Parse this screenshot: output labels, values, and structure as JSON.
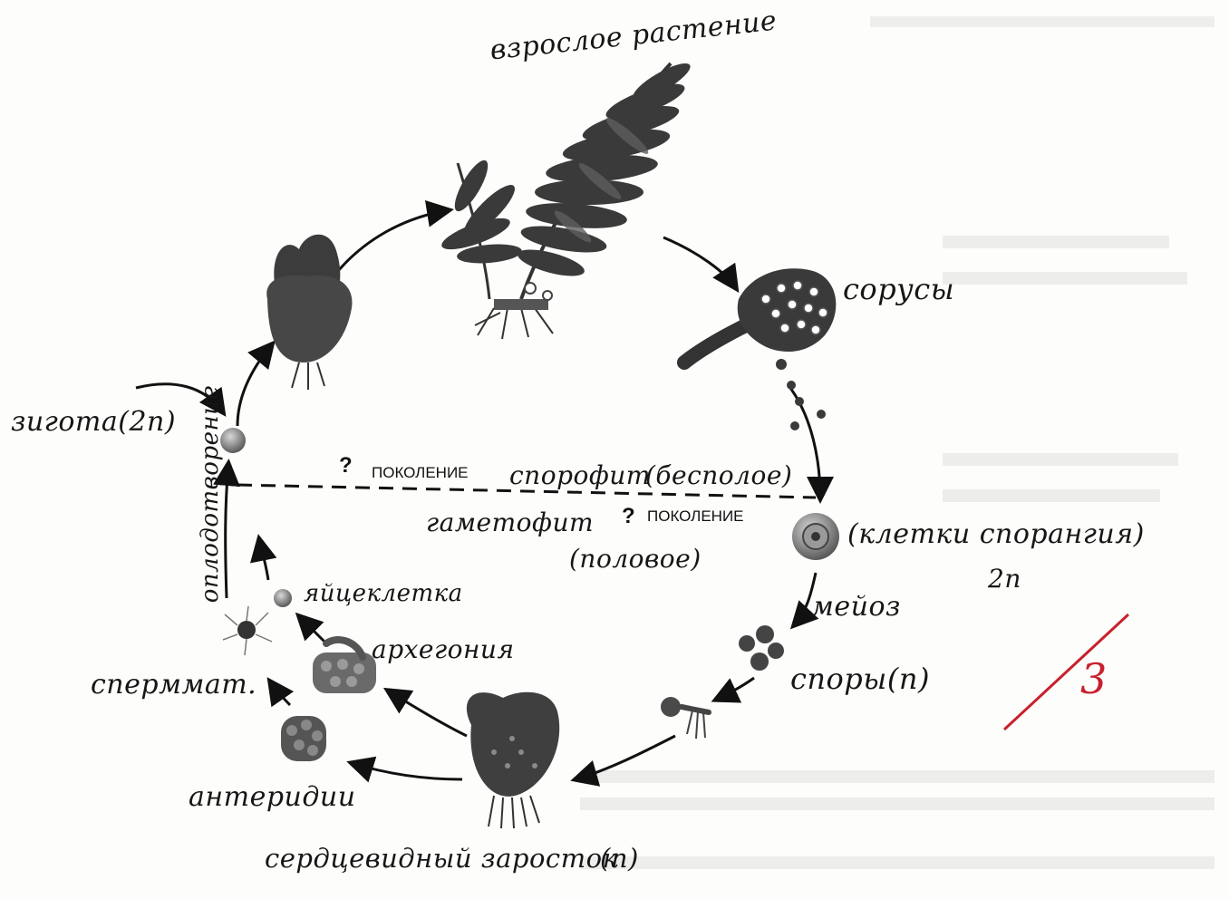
{
  "labels": {
    "adult_plant": "взрослое растение",
    "sori": "сорусы",
    "sporangium_cells": "(клетки спорангия)",
    "diploid_2n": "2n",
    "meiosis": "мейоз",
    "spores": "споры(n)",
    "prothallus": "сердцевидный заросток",
    "prothallus_n": "(n)",
    "antheridia": "антеридии",
    "spermatozoa": "сперммат.",
    "archegonia": "архегония",
    "egg_cell": "яйцеклетка",
    "fertilization": "оплодотворение",
    "zygote": "зигота(2n)",
    "sporophyte": "спорофит",
    "asexual": "(бесполое)",
    "gametophyte": "гаметофит",
    "sexual": "(половое)"
  },
  "printed": {
    "question_mark": "?",
    "generation": "ПОКОЛЕНИЕ"
  },
  "grade": {
    "score": "3",
    "color": "#c8202c"
  },
  "colors": {
    "ink": "#161616",
    "plant_dark": "#3a3a3a",
    "plant_mid": "#5e5e5e",
    "cell": "#8a8a8a"
  }
}
